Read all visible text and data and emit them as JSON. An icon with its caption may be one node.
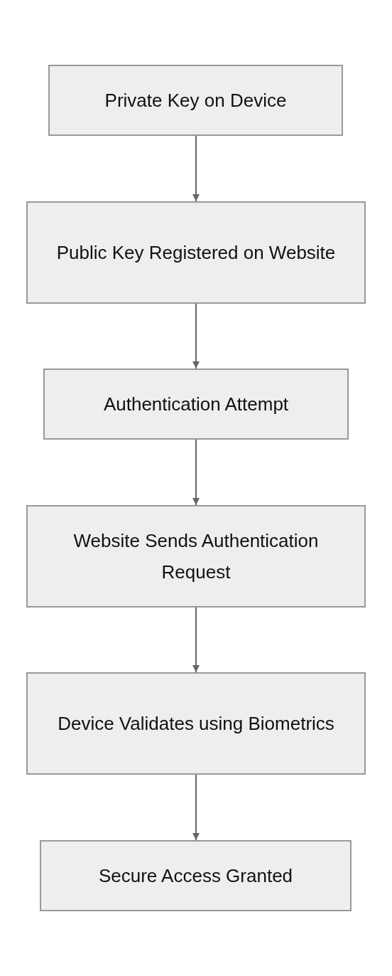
{
  "diagram": {
    "nodes": [
      {
        "text": [
          "Private Key on Device"
        ]
      },
      {
        "text": [
          "Public Key Registered on Website"
        ]
      },
      {
        "text": [
          "Authentication Attempt"
        ]
      },
      {
        "text": [
          "Website Sends Authentication Request"
        ]
      },
      {
        "text": [
          "Device Validates using Biometrics"
        ]
      },
      {
        "text": [
          "Secure Access Granted"
        ]
      }
    ],
    "edges": [
      {
        "from": 0,
        "to": 1,
        "arrow": "to"
      },
      {
        "from": 1,
        "to": 2,
        "arrow": "to"
      },
      {
        "from": 2,
        "to": 3,
        "arrow": "to"
      },
      {
        "from": 3,
        "to": 4,
        "arrow": "to"
      },
      {
        "from": 4,
        "to": 5,
        "arrow": "to"
      }
    ]
  }
}
